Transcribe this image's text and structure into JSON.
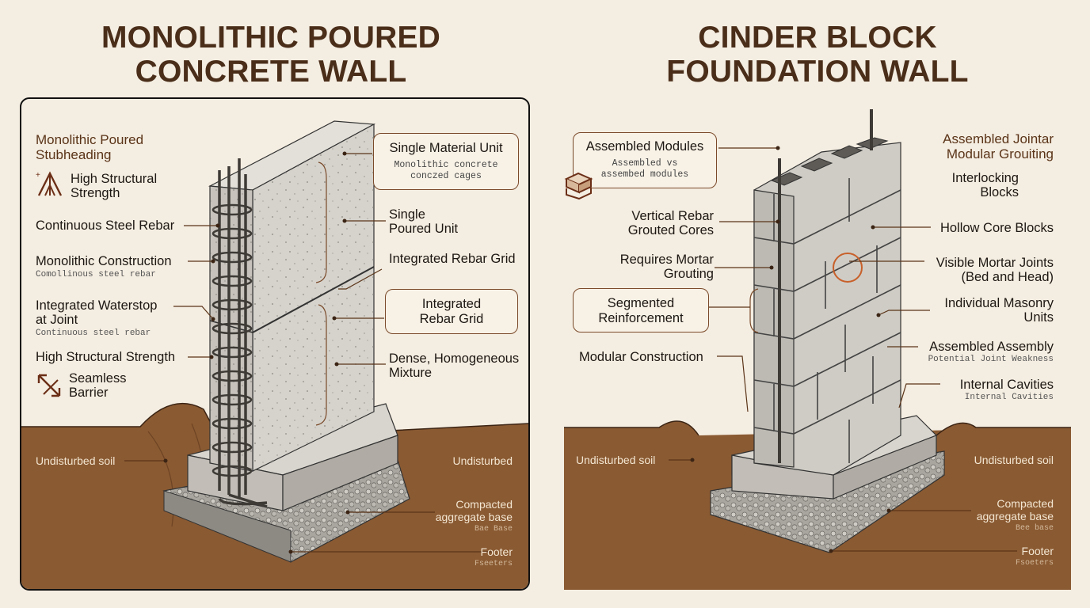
{
  "left": {
    "title_line1": "MONOLITHIC POURED",
    "title_line2": "CONCRETE WALL",
    "heading_line1": "Monolithic Poured",
    "heading_line2": "Stubheading",
    "high_strength_top_line1": "High Structural",
    "high_strength_top_line2": "Strength",
    "continuous_rebar": "Continuous Steel Rebar",
    "monolithic_construction": "Monolithic Construction",
    "monolithic_construction_sub": "Comollinous steel rebar",
    "waterstop_line1": "Integrated Waterstop",
    "waterstop_line2": "at Joint",
    "waterstop_sub": "Continuous steel rebar",
    "high_strength": "High Structural Strength",
    "seamless_line1": "Seamless",
    "seamless_line2": "Barrier",
    "single_material_title": "Single Material Unit",
    "single_material_sub_line1": "Monolithic concrete",
    "single_material_sub_line2": "conczed cages",
    "single_poured_line1": "Single",
    "single_poured_line2": "Poured Unit",
    "integrated_grid": "Integrated Rebar Grid",
    "integrated_grid_box_line1": "Integrated",
    "integrated_grid_box_line2": "Rebar Grid",
    "dense_line1": "Dense, Homogeneous",
    "dense_line2": "Mixture",
    "undisturbed_soil": "Undisturbed soil",
    "undisturbed": "Undisturbed",
    "compacted_line1": "Compacted",
    "compacted_line2": "aggregate base",
    "base_sub": "Bae Base",
    "footer": "Footer",
    "footer_sub": "Fsееters"
  },
  "right": {
    "title_line1": "CINDER BLOCK",
    "title_line2": "FOUNDATION WALL",
    "assembled_modules_title": "Assembled Modules",
    "assembled_modules_sub_line1": "Assembled vs",
    "assembled_modules_sub_line2": "assembed modules",
    "vertical_rebar_line1": "Vertical Rebar",
    "vertical_rebar_line2": "Grouted Cores",
    "requires_mortar_line1": "Requires Mortar",
    "requires_mortar_line2": "Grouting",
    "segmented_line1": "Segmented",
    "segmented_line2": "Reinforcement",
    "modular_construction": "Modular Construction",
    "heading_line1": "Assembled Jointar",
    "heading_line2": "Modular Grouiting",
    "interlocking_line1": "Interlocking",
    "interlocking_line2": "Blocks",
    "hollow_core": "Hollow Core Blocks",
    "mortar_joints_line1": "Visible Mortar Joints",
    "mortar_joints_line2": "(Bed and Head)",
    "masonry_line1": "Individual Masonry",
    "masonry_line2": "Units",
    "assembled_assembly": "Assembled Assembly",
    "joint_weakness": "Potential Joint Weakness",
    "internal_cavities": "Internal Cavities",
    "internal_cavities_sub": "Internal Cavities",
    "undisturbed_soil_left": "Undisturbed soil",
    "undisturbed_soil_right": "Undisturbed soil",
    "compacted_line1": "Compacted",
    "compacted_line2": "aggregate base",
    "base_sub": "Bee base",
    "footer": "Footer",
    "footer_sub": "Fsoeters"
  },
  "colors": {
    "background": "#f4ede1",
    "title": "#4a2e1a",
    "soil": "#8a5a32",
    "concrete": "#d6d3cc",
    "leader": "#5a3418",
    "accent_circle": "#c8602a"
  }
}
